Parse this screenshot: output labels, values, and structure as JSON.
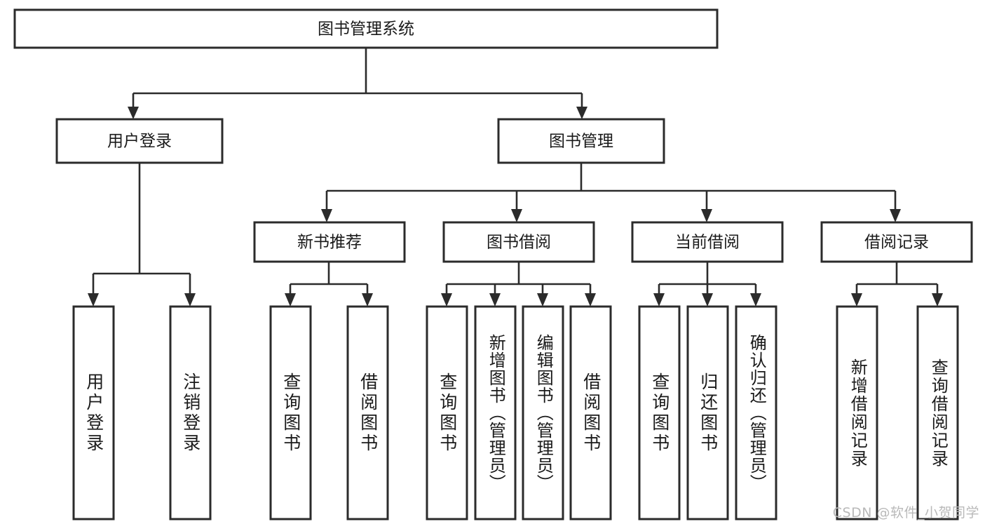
{
  "diagram": {
    "type": "tree",
    "title": "图书管理系统",
    "watermark": "CSDN @软件_小贺同学",
    "colors": {
      "background": "#ffffff",
      "box_fill": "#ffffff",
      "box_stroke": "#2b2b2b",
      "connector": "#2b2b2b",
      "text": "#1a1a1a",
      "watermark": "#b9b9b9"
    },
    "root": {
      "label": "图书管理系统"
    },
    "level1": [
      {
        "label": "用户登录"
      },
      {
        "label": "图书管理"
      }
    ],
    "level2": [
      {
        "label": "新书推荐"
      },
      {
        "label": "图书借阅"
      },
      {
        "label": "当前借阅"
      },
      {
        "label": "借阅记录"
      }
    ],
    "leaves": {
      "user_login": [
        {
          "label": "用户登录"
        },
        {
          "label": "注销登录"
        }
      ],
      "new_book_recommend": [
        {
          "label": "查询图书"
        },
        {
          "label": "借阅图书"
        }
      ],
      "book_borrow": [
        {
          "label": "查询图书"
        },
        {
          "label": "新增图书（管理员）"
        },
        {
          "label": "编辑图书（管理员）"
        },
        {
          "label": "借阅图书"
        }
      ],
      "current_borrow": [
        {
          "label": "查询图书"
        },
        {
          "label": "归还图书"
        },
        {
          "label": "确认归还（管理员）"
        }
      ],
      "borrow_record": [
        {
          "label": "新增借阅记录"
        },
        {
          "label": "查询借阅记录"
        }
      ]
    }
  }
}
